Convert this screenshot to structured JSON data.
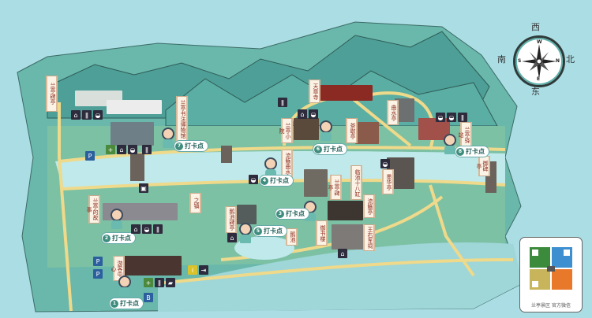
{
  "compass": {
    "north": "北",
    "south": "南",
    "east": "东",
    "west": "西",
    "n": "N",
    "s": "S",
    "e": "E",
    "w": "W"
  },
  "qr": {
    "caption": "兰亭景区  官方微信"
  },
  "labels": [
    "兰亭碑亭",
    "兰亭书法博物馆",
    "天章寺",
    "兰亭小院",
    "茶歇亭",
    "曲水亭",
    "兰亭驿站",
    "御碑亭",
    "流觞曲水",
    "临池十八缸",
    "兰亭碑亭",
    "墨华亭",
    "兰亭的故事",
    "之镇",
    "鹅池碑亭",
    "鹅池",
    "游客中心",
    "御书楼",
    "王右军祠",
    "流觞亭"
  ],
  "checkpoint": {
    "label": "打卡点",
    "numbers": [
      "1",
      "2",
      "3",
      "4",
      "5",
      "6",
      "7",
      "8"
    ]
  },
  "colors": {
    "sea": "#aadde4",
    "land": "#5fb3a8",
    "river": "#bfe9ea",
    "road": "#efd98a"
  }
}
